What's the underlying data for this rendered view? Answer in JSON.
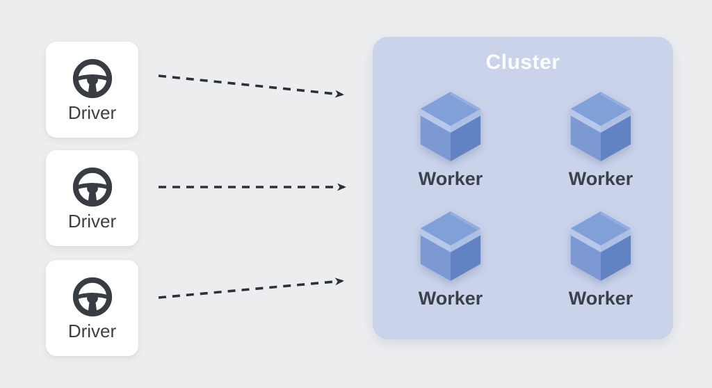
{
  "page": {
    "background_color": "#ecedef"
  },
  "drivers": [
    {
      "label": "Driver",
      "icon": "steering-wheel-icon"
    },
    {
      "label": "Driver",
      "icon": "steering-wheel-icon"
    },
    {
      "label": "Driver",
      "icon": "steering-wheel-icon"
    }
  ],
  "arrows": {
    "style": "dashed",
    "color": "#2e3237",
    "count": 3
  },
  "cluster": {
    "title": "Cluster",
    "background_color": "#cad3ea",
    "title_color": "#fcfdfe",
    "workers": [
      {
        "label": "Worker",
        "icon": "cube-icon"
      },
      {
        "label": "Worker",
        "icon": "cube-icon"
      },
      {
        "label": "Worker",
        "icon": "cube-icon"
      },
      {
        "label": "Worker",
        "icon": "cube-icon"
      }
    ],
    "cube_colors": {
      "top": "#80a0d8",
      "stripe_left": "#b8c8e8",
      "stripe_right": "#adbfe3",
      "face_left": "#7d99d3",
      "face_right": "#6182c3"
    }
  }
}
